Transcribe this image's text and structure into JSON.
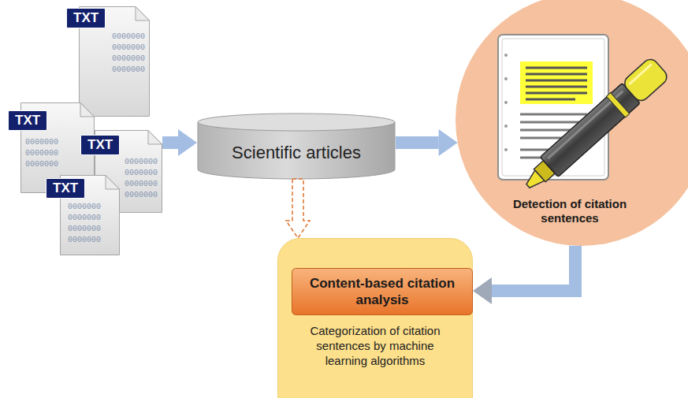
{
  "diagram": {
    "nodes": [
      {
        "text": [
          "TXT",
          "0000000 0000000 0000000 0000000"
        ]
      },
      {
        "text": [
          "TXT",
          "0000000 0000000 0000000"
        ]
      },
      {
        "text": [
          "TXT",
          "0000000 0000000 0000000 0000000"
        ]
      },
      {
        "text": [
          "TXT",
          "0000000 0000000 0000000 0000000"
        ]
      },
      {
        "text": [
          "Scientific articles"
        ]
      },
      {
        "text": [
          "Detection of citation sentences"
        ]
      },
      {
        "text": [
          "Categorization of citation sentences by machine learning algorithms"
        ]
      },
      {
        "text": [
          "Content-based citation analysis"
        ],
        "in": 6
      }
    ],
    "edges": [
      {
        "from": 2,
        "to": 4,
        "arrow": "to"
      },
      {
        "from": 4,
        "to": 5,
        "arrow": "to"
      },
      {
        "from": 4,
        "to": 6,
        "arrow": "to"
      },
      {
        "from": 5,
        "to": 7,
        "arrow": "to"
      }
    ]
  }
}
